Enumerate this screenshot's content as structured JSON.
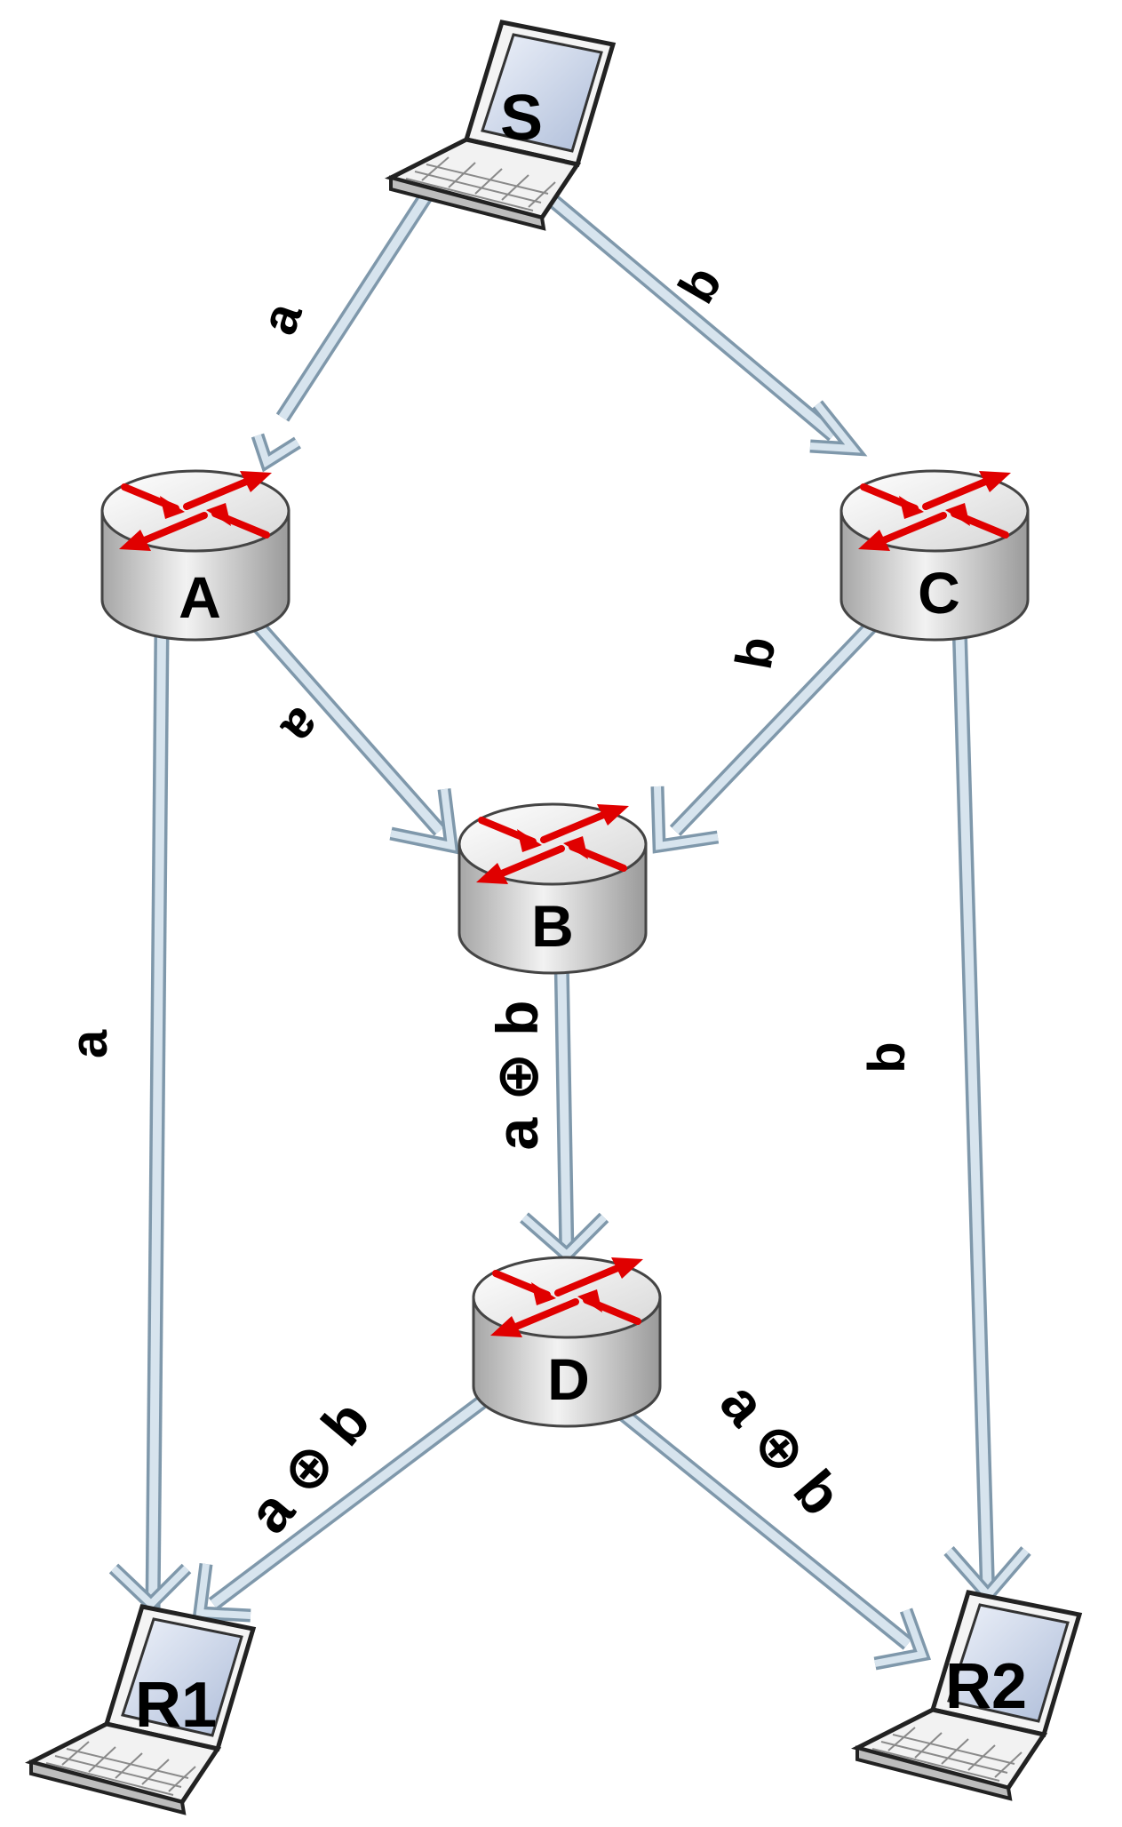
{
  "diagram": {
    "nodes": {
      "source": {
        "label": "S"
      },
      "router_a": {
        "label": "A"
      },
      "router_b": {
        "label": "B"
      },
      "router_c": {
        "label": "C"
      },
      "router_d": {
        "label": "D"
      },
      "receiver_1": {
        "label": "R1"
      },
      "receiver_2": {
        "label": "R2"
      }
    },
    "edges": {
      "s_to_a": "a",
      "s_to_c": "b",
      "a_to_b": "a",
      "c_to_b": "b",
      "a_to_r1": "a",
      "c_to_r2": "b",
      "b_to_d": "a ⊕ b",
      "d_to_r1": "a ⊕ b",
      "d_to_r2": "a ⊕ b"
    },
    "colors": {
      "link": "#d7e4ee",
      "link_border": "#7f98ab",
      "router_body": "#e2e2e2",
      "router_arrows": "#e00000",
      "laptop_screen": "#c9d3e8"
    }
  }
}
